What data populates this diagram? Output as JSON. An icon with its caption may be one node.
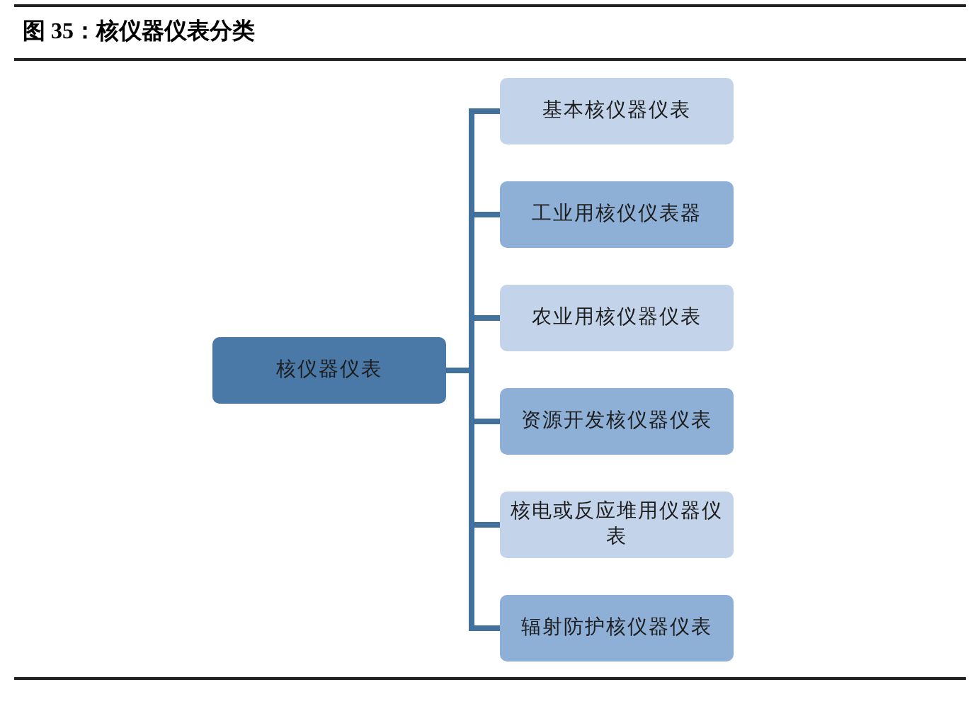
{
  "diagram": {
    "title": "图 35：核仪器仪表分类",
    "nodes": [
      {
        "text": [
          "核仪器仪表"
        ]
      },
      {
        "text": [
          "基本核仪器仪表"
        ]
      },
      {
        "text": [
          "工业用核仪仪表器"
        ]
      },
      {
        "text": [
          "农业用核仪器仪表"
        ]
      },
      {
        "text": [
          "资源开发核仪器仪表"
        ]
      },
      {
        "text": [
          "核电或反应堆用仪器仪表"
        ]
      },
      {
        "text": [
          "辐射防护核仪器仪表"
        ]
      }
    ],
    "edges": [
      {
        "from": 0,
        "to": 1,
        "arrow": "none"
      },
      {
        "from": 0,
        "to": 2,
        "arrow": "none"
      },
      {
        "from": 0,
        "to": 3,
        "arrow": "none"
      },
      {
        "from": 0,
        "to": 4,
        "arrow": "none"
      },
      {
        "from": 0,
        "to": 5,
        "arrow": "none"
      },
      {
        "from": 0,
        "to": 6,
        "arrow": "none"
      }
    ]
  }
}
